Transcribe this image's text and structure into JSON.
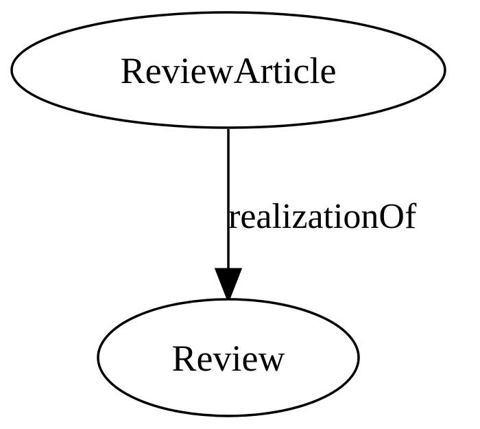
{
  "nodes": {
    "source": {
      "label": "ReviewArticle"
    },
    "target": {
      "label": "Review"
    }
  },
  "edge": {
    "label": "realizationOf"
  }
}
